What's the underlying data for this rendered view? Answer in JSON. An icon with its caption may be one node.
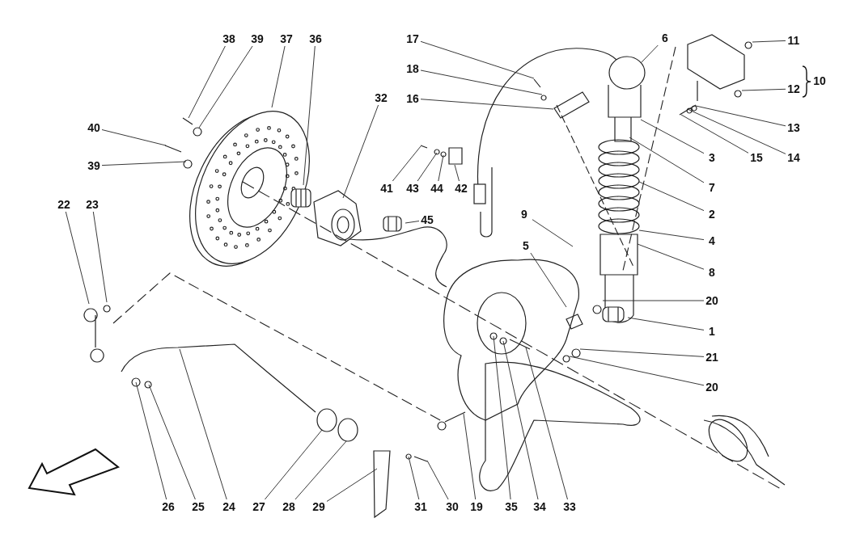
{
  "diagram": {
    "nodes": [
      {
        "text": [
          "38"
        ]
      },
      {
        "text": [
          "39"
        ]
      },
      {
        "text": [
          "37"
        ]
      },
      {
        "text": [
          "36"
        ]
      },
      {
        "text": [
          "17"
        ]
      },
      {
        "text": [
          "6"
        ]
      },
      {
        "text": [
          "11"
        ]
      },
      {
        "text": [
          "18"
        ]
      },
      {
        "text": [
          "12"
        ]
      },
      {
        "text": [
          "32"
        ]
      },
      {
        "text": [
          "16"
        ]
      },
      {
        "text": [
          "40"
        ]
      },
      {
        "text": [
          "13"
        ]
      },
      {
        "text": [
          "15"
        ]
      },
      {
        "text": [
          "3"
        ]
      },
      {
        "text": [
          "14"
        ]
      },
      {
        "text": [
          "39"
        ]
      },
      {
        "text": [
          "41"
        ]
      },
      {
        "text": [
          "43"
        ]
      },
      {
        "text": [
          "44"
        ]
      },
      {
        "text": [
          "42"
        ]
      },
      {
        "text": [
          "7"
        ]
      },
      {
        "text": [
          "22"
        ]
      },
      {
        "text": [
          "23"
        ]
      },
      {
        "text": [
          "2"
        ]
      },
      {
        "text": [
          "9"
        ]
      },
      {
        "text": [
          "45"
        ]
      },
      {
        "text": [
          "4"
        ]
      },
      {
        "text": [
          "5"
        ]
      },
      {
        "text": [
          "8"
        ]
      },
      {
        "text": [
          "20"
        ]
      },
      {
        "text": [
          "1"
        ]
      },
      {
        "text": [
          "21"
        ]
      },
      {
        "text": [
          "20"
        ]
      },
      {
        "text": [
          "26"
        ]
      },
      {
        "text": [
          "25"
        ]
      },
      {
        "text": [
          "24"
        ]
      },
      {
        "text": [
          "27"
        ]
      },
      {
        "text": [
          "28"
        ]
      },
      {
        "text": [
          "29"
        ]
      },
      {
        "text": [
          "31"
        ]
      },
      {
        "text": [
          "30"
        ]
      },
      {
        "text": [
          "19"
        ]
      },
      {
        "text": [
          "35"
        ]
      },
      {
        "text": [
          "34"
        ]
      },
      {
        "text": [
          "33"
        ]
      }
    ],
    "edges": [
      {
        "from": 0,
        "to": null,
        "arrow": "none"
      },
      {
        "from": 1,
        "to": null,
        "arrow": "none"
      },
      {
        "from": 2,
        "to": null,
        "arrow": "none"
      },
      {
        "from": 3,
        "to": null,
        "arrow": "none"
      },
      {
        "from": 4,
        "to": null,
        "arrow": "none"
      },
      {
        "from": 5,
        "to": null,
        "arrow": "none"
      },
      {
        "from": 6,
        "to": null,
        "arrow": "none"
      },
      {
        "from": 7,
        "to": null,
        "arrow": "none"
      },
      {
        "from": 8,
        "to": null,
        "arrow": "none"
      },
      {
        "from": 9,
        "to": null,
        "arrow": "none"
      },
      {
        "from": 10,
        "to": null,
        "arrow": "none"
      },
      {
        "from": 11,
        "to": null,
        "arrow": "none"
      },
      {
        "from": 12,
        "to": null,
        "arrow": "none"
      },
      {
        "from": 13,
        "to": null,
        "arrow": "none"
      },
      {
        "from": 14,
        "to": null,
        "arrow": "none"
      },
      {
        "from": 15,
        "to": null,
        "arrow": "none"
      },
      {
        "from": 16,
        "to": null,
        "arrow": "none"
      },
      {
        "from": 17,
        "to": null,
        "arrow": "none"
      },
      {
        "from": 18,
        "to": null,
        "arrow": "none"
      },
      {
        "from": 19,
        "to": null,
        "arrow": "none"
      },
      {
        "from": 20,
        "to": null,
        "arrow": "none"
      },
      {
        "from": 21,
        "to": null,
        "arrow": "none"
      },
      {
        "from": 22,
        "to": null,
        "arrow": "none"
      },
      {
        "from": 23,
        "to": null,
        "arrow": "none"
      },
      {
        "from": 24,
        "to": null,
        "arrow": "none"
      },
      {
        "from": 25,
        "to": null,
        "arrow": "none"
      },
      {
        "from": 26,
        "to": null,
        "arrow": "none"
      },
      {
        "from": 27,
        "to": null,
        "arrow": "none"
      },
      {
        "from": 28,
        "to": null,
        "arrow": "none"
      },
      {
        "from": 29,
        "to": null,
        "arrow": "none"
      },
      {
        "from": 30,
        "to": null,
        "arrow": "none"
      },
      {
        "from": 31,
        "to": null,
        "arrow": "none"
      },
      {
        "from": 32,
        "to": null,
        "arrow": "none"
      },
      {
        "from": 33,
        "to": null,
        "arrow": "none"
      },
      {
        "from": 34,
        "to": null,
        "arrow": "none"
      },
      {
        "from": 35,
        "to": null,
        "arrow": "none"
      },
      {
        "from": 36,
        "to": null,
        "arrow": "none"
      },
      {
        "from": 37,
        "to": null,
        "arrow": "none"
      },
      {
        "from": 38,
        "to": null,
        "arrow": "none"
      },
      {
        "from": 39,
        "to": null,
        "arrow": "none"
      },
      {
        "from": 40,
        "to": null,
        "arrow": "none"
      },
      {
        "from": 41,
        "to": null,
        "arrow": "none"
      },
      {
        "from": 42,
        "to": null,
        "arrow": "none"
      },
      {
        "from": 43,
        "to": null,
        "arrow": "none"
      },
      {
        "from": 44,
        "to": null,
        "arrow": "none"
      },
      {
        "from": 45,
        "to": null,
        "arrow": "none"
      }
    ],
    "labels": [
      "10"
    ]
  }
}
